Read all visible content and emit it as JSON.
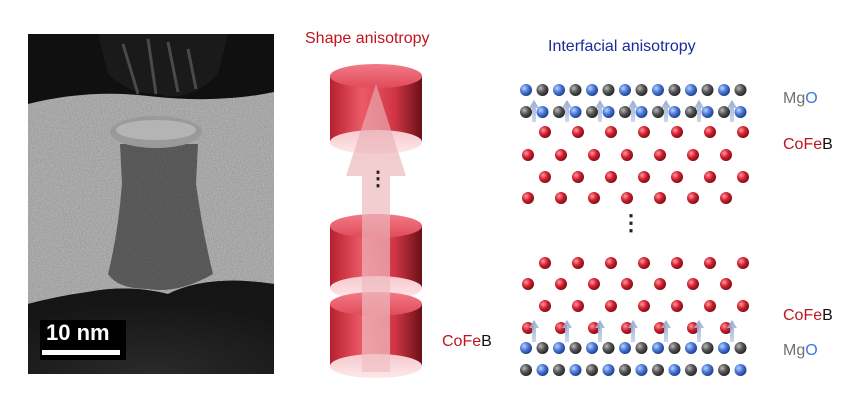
{
  "tem": {
    "scale_label": "10 nm"
  },
  "shape": {
    "title": "Shape anisotropy",
    "material_left": "CoFe",
    "material_right": "B"
  },
  "interfacial": {
    "title": "Interfacial anisotropy"
  },
  "layers": {
    "mgo_left": "Mg",
    "mgo_right": "O",
    "cofeb_left": "CoFe",
    "cofeb_right": "B"
  },
  "ellipsis": "⋮",
  "colors": {
    "fe_atom": "#d42030",
    "mg_atom": "#4a78d8",
    "o_atom": "#555555",
    "cylinder": "#e04a5a",
    "title_red": "#c0141e",
    "title_blue": "#1a2a9a"
  }
}
